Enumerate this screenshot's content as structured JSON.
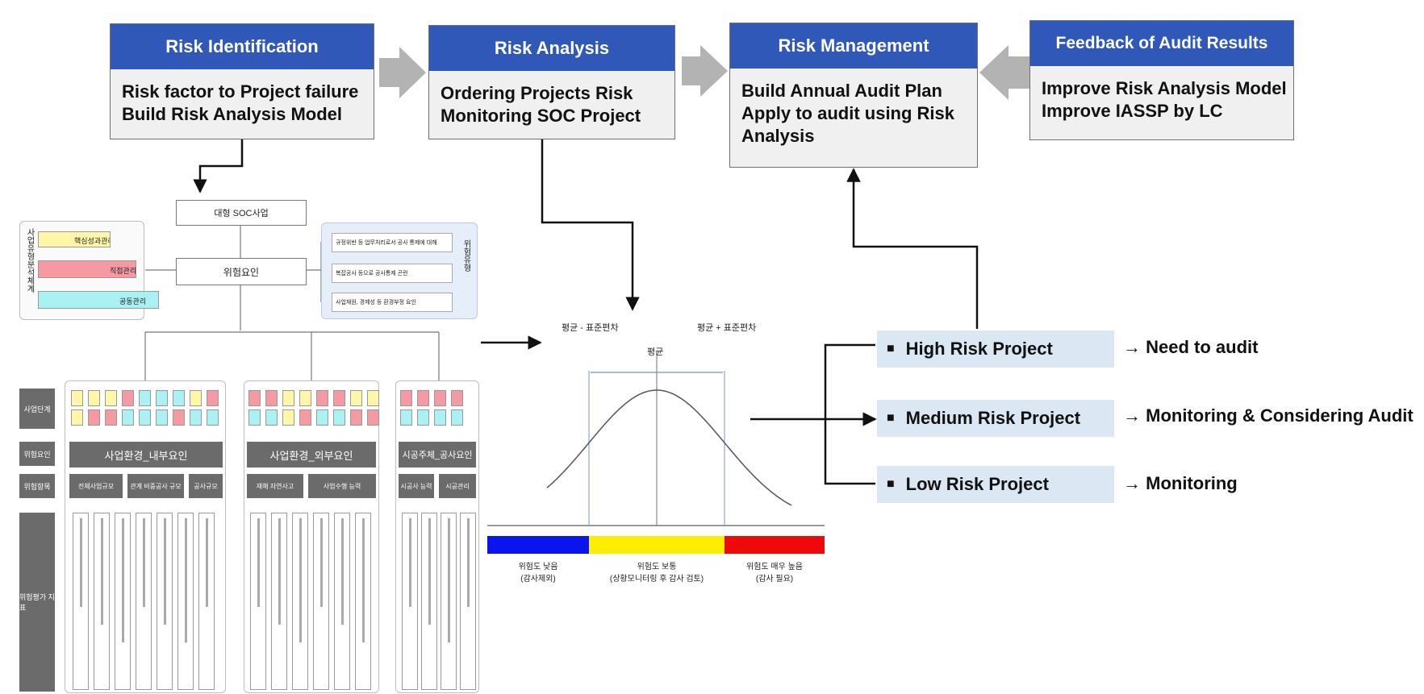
{
  "stages": [
    {
      "title": "Risk Identification",
      "lines": [
        "Risk factor to Project failure",
        "Build Risk Analysis Model"
      ]
    },
    {
      "title": "Risk Analysis",
      "lines": [
        "Ordering Projects Risk",
        "Monitoring SOC Project"
      ]
    },
    {
      "title": "Risk Management",
      "lines": [
        "Build Annual Audit Plan",
        "Apply to audit using Risk",
        "Analysis"
      ]
    },
    {
      "title": "Feedback of Audit Results",
      "lines": [
        "Improve Risk Analysis Model",
        "Improve IASSP by LC"
      ]
    }
  ],
  "model": {
    "root": "대형 SOC사업",
    "risk_factor": "위험요인",
    "left_panel_label": "사업유형분석체계",
    "left_items": [
      "핵심성과관리",
      "직접관리",
      "공동관리"
    ],
    "right_panel_label": "위험유형",
    "right_items": [
      "규정위반 등 업무처리로서 공사 통제에 대해",
      "복잡공사 등으로 공사통제 곤란",
      "사업재원, 경제성 등 환경부정 요인"
    ],
    "row_labels": [
      "사업단계",
      "위험요인",
      "위험항목",
      "위험평가 지표"
    ],
    "groups": [
      {
        "title": "사업환경_내부요인",
        "subs": [
          "전체사업규모",
          "관계 비중공사 규모",
          "공사규모"
        ],
        "count": 7
      },
      {
        "title": "사업환경_외부요인",
        "subs": [
          "재해 자연사고",
          "사업수행 능력"
        ],
        "count": 6
      },
      {
        "title": "시공주체_공사요인",
        "subs": [
          "시공사 능력",
          "시공관리"
        ],
        "count": 4
      }
    ]
  },
  "distribution": {
    "label_left": "평균 - 표준편차",
    "label_center": "평균",
    "label_right": "평균 + 표준편차",
    "band_colors": [
      "#0a14ee",
      "#ffee00",
      "#ee0a0a"
    ],
    "band_labels": [
      [
        "위험도 낮음",
        "(감사제외)"
      ],
      [
        "위험도 보통",
        "(상황모니터링 후 감사 검토)"
      ],
      [
        "위험도 매우 높음",
        "(감사 필요)"
      ]
    ]
  },
  "levels": [
    {
      "label": "High Risk Project",
      "result": "→ Need to audit"
    },
    {
      "label": "Medium Risk Project",
      "result": "→ Monitoring & Considering Audit"
    },
    {
      "label": "Low Risk Project",
      "result": "→ Monitoring"
    }
  ],
  "colors": {
    "header_blue": "#2f58b8",
    "box_fill": "#f0f0f0",
    "level_fill": "#dbe7f3",
    "arrow_gray": "#b3b3b3"
  }
}
